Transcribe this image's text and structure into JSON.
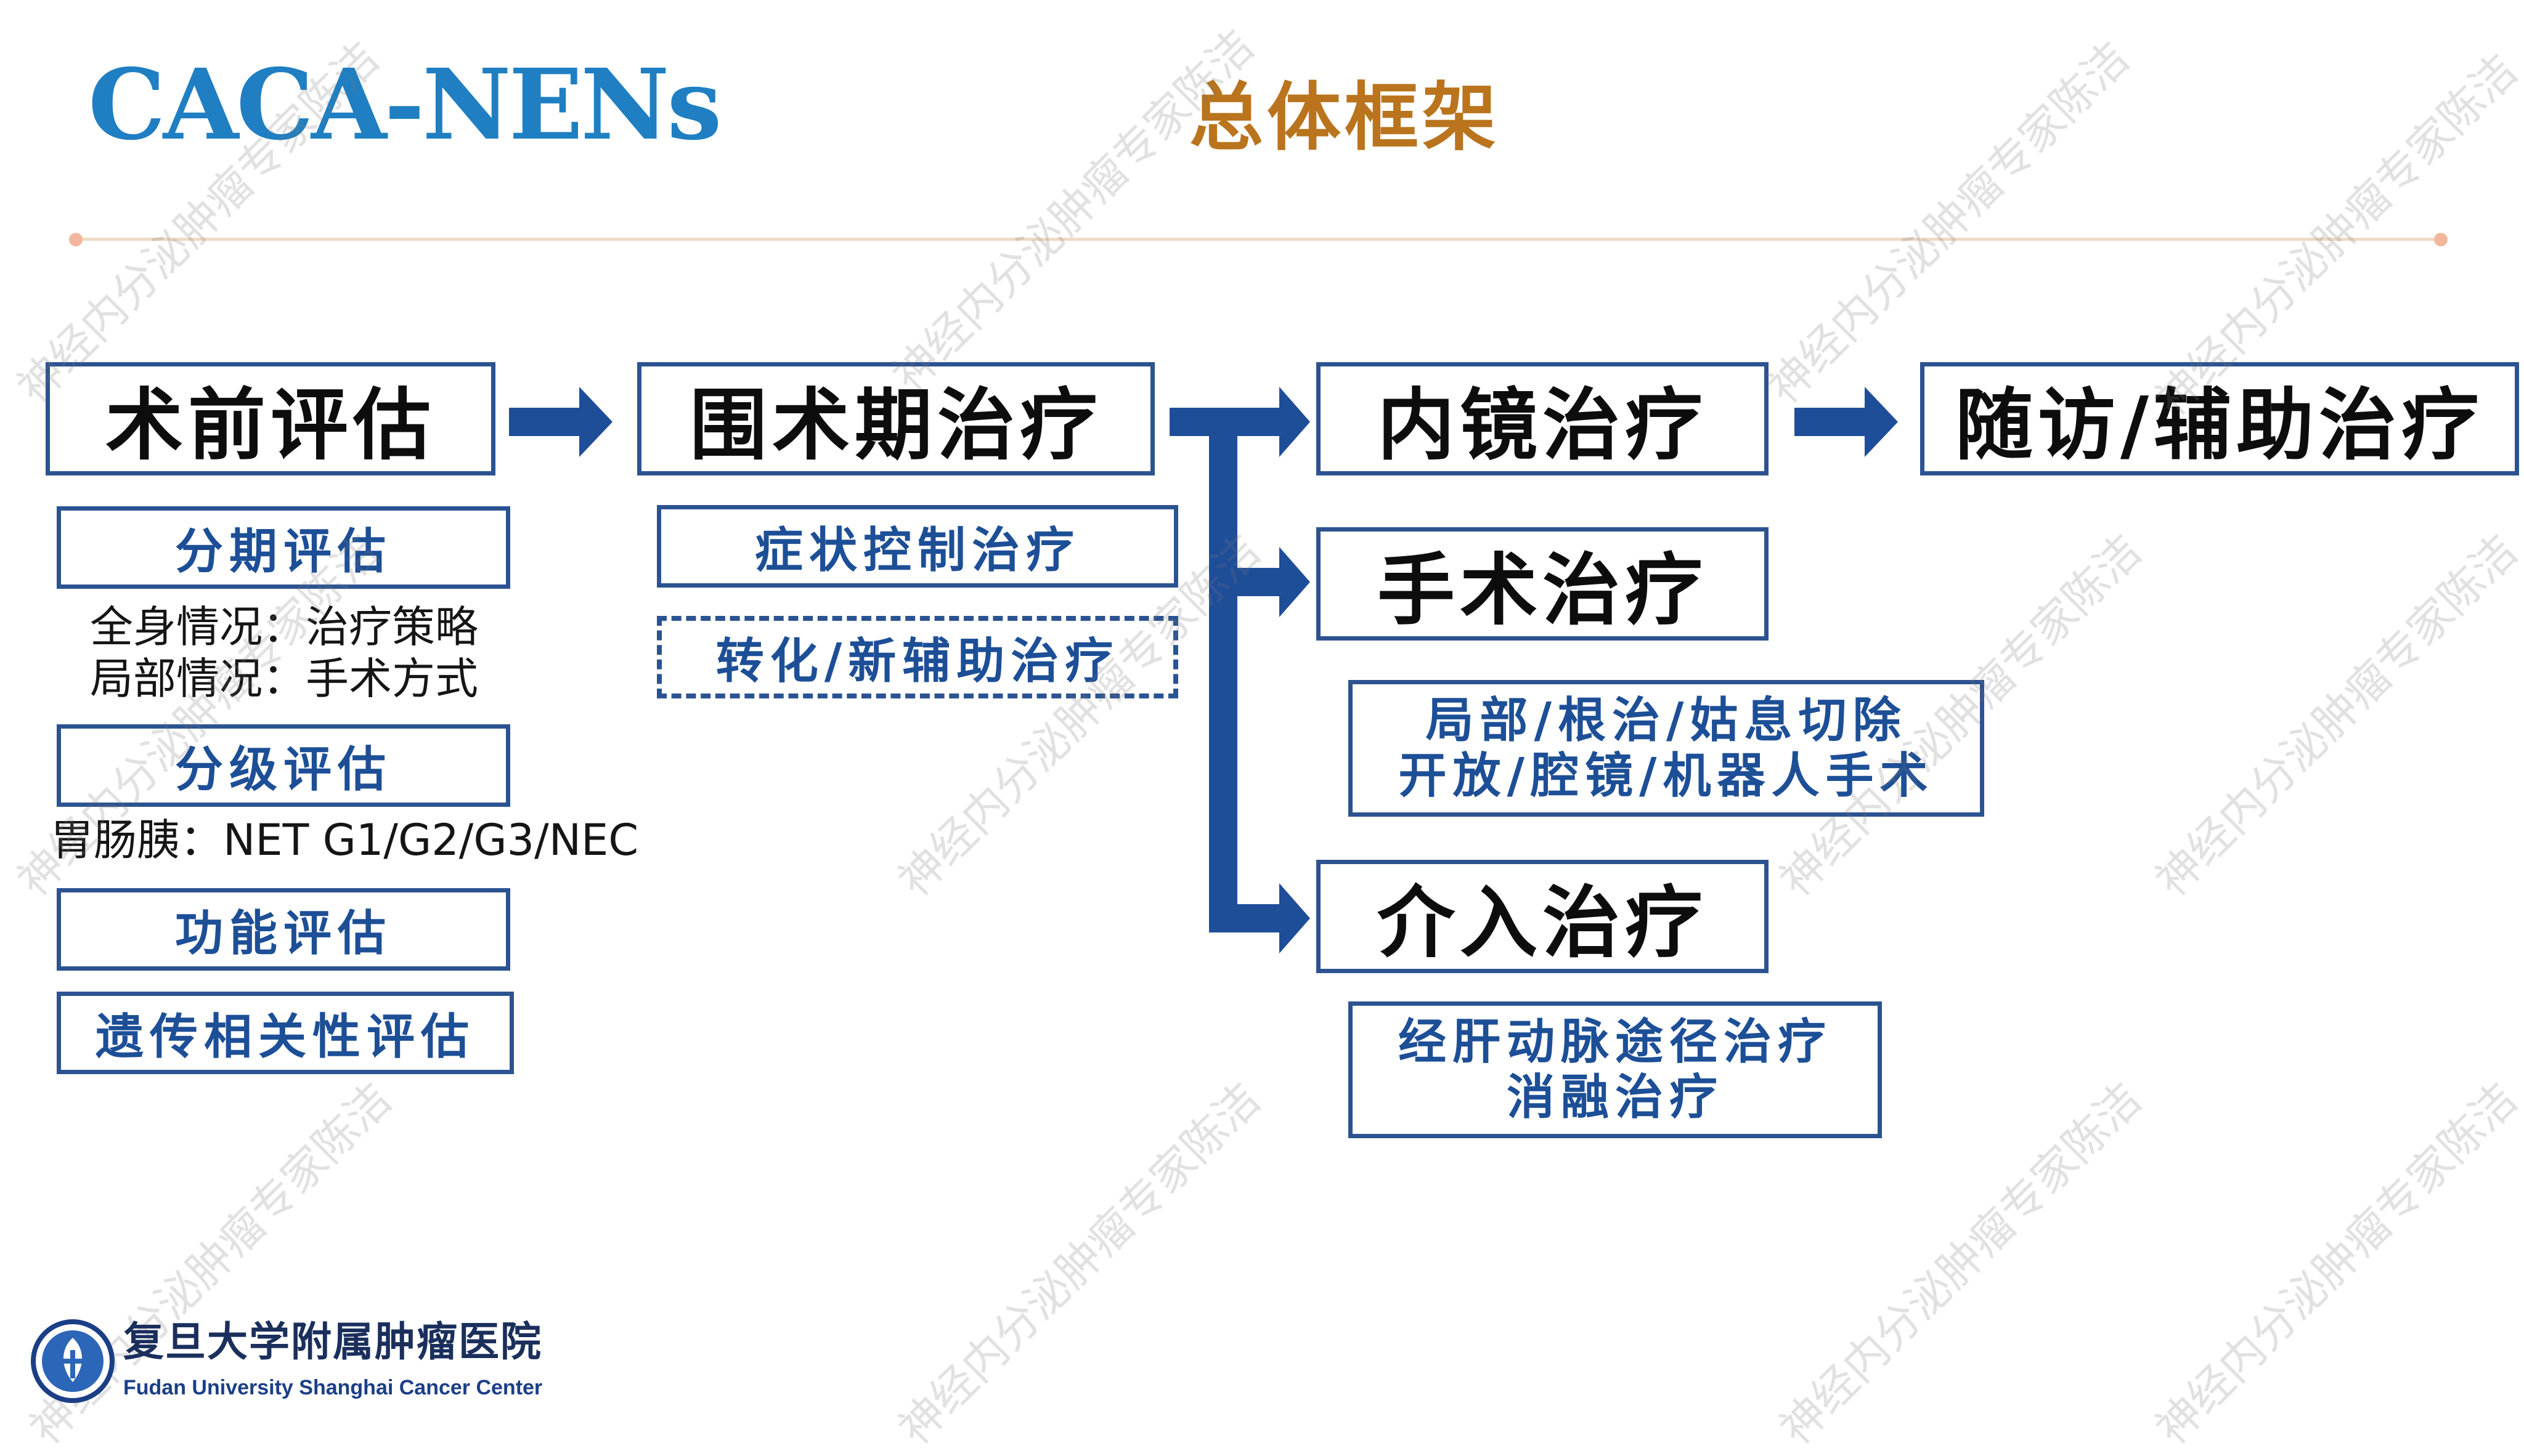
{
  "header": {
    "logo_title": "CACA-NENs",
    "page_title": "总体框架"
  },
  "stages": {
    "preop": "术前评估",
    "periop": "围术期治疗",
    "endoscopic": "内镜治疗",
    "followup": "随访/辅助治疗",
    "surgery": "手术治疗",
    "interventional": "介入治疗"
  },
  "preop_assessment": {
    "staging": "分期评估",
    "staging_note_line1": "全身情况：治疗策略",
    "staging_note_line2": "局部情况：手术方式",
    "grading": "分级评估",
    "grading_note": "胃肠胰：NET G1/G2/G3/NEC",
    "functional": "功能评估",
    "genetic": "遗传相关性评估"
  },
  "periop_treatment": {
    "symptom_control": "症状控制治疗",
    "conversion_neoadjuvant": "转化/新辅助治疗"
  },
  "surgery_detail": {
    "line1": "局部/根治/姑息切除",
    "line2": "开放/腔镜/机器人手术"
  },
  "interventional_detail": {
    "line1": "经肝动脉途径治疗",
    "line2": "消融治疗"
  },
  "watermark": "神经内分泌肿瘤专家陈洁",
  "footer": {
    "institution_cn": "复旦大学附属肿瘤医院",
    "institution_en": "Fudan University Shanghai Cancer Center"
  },
  "colors": {
    "box_border": "#2c5391",
    "arrow": "#1f4e99",
    "sub_text": "#1d4f97",
    "title_blue": "#1f7fc2",
    "title_gold": "#b9741d"
  }
}
